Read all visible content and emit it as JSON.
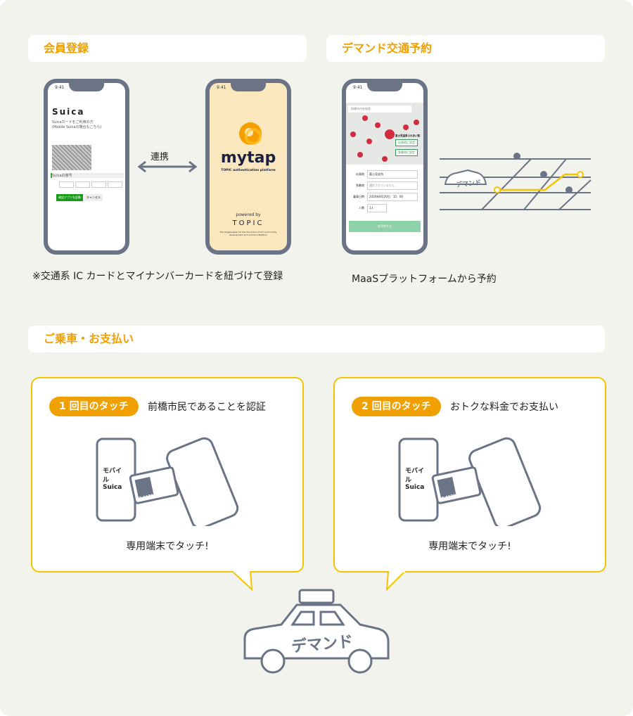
{
  "sections": {
    "registration": "会員登録",
    "demand_booking": "デマンド交通予約",
    "ride_payment": "ご乗車・お支払い"
  },
  "registration": {
    "link_label": "連携",
    "caption": "※交通系 IC カードとマイナンバーカードを紐づけて登録",
    "phone_time": "9:41",
    "suica_screen": {
      "logo": "Suica",
      "title": "Suicaカードをご利用の方\n(Mobile Suicaの場合もこちら)",
      "card_number_label": "Suicaの番号",
      "confirm_button": "確認アプリを起動",
      "cancel_button": "キャンセル"
    },
    "mytap_screen": {
      "brand": "mytap",
      "tagline": "TOPIC authentication platform",
      "powered_by": "powered by",
      "org": "TOPIC",
      "org_desc": "The Organization for the Promotion of ICT Community development and Common Platform"
    }
  },
  "booking": {
    "caption": "MaaSプラットフォームから予約",
    "phone_time": "9:41",
    "search_placeholder": "前橋市内を検索",
    "stop_name": "富士見温泉ふれあい館",
    "set_origin": "出発地に設定",
    "set_destination": "到着地に設定",
    "form": [
      {
        "label": "出発地",
        "value": "富士見支所"
      },
      {
        "label": "到着地",
        "value": "選択されていません"
      },
      {
        "label": "乗車日時",
        "value": "2020年8月20日　15：00"
      },
      {
        "label": "人数",
        "value": "1人"
      }
    ],
    "submit": "仮予約する",
    "taxi_label": "デマンド"
  },
  "ride": {
    "steps": [
      {
        "badge": "1 回目のタッチ",
        "text": "前橋市民であることを認証",
        "touch": "専用端末でタッチ!"
      },
      {
        "badge": "2 回目のタッチ",
        "text": "おトクな料金でお支払い",
        "touch": "専用端末でタッチ!"
      }
    ],
    "phone_logo": "モバイルSuica",
    "card_label": "IC CARD",
    "taxi_label": "デマンド"
  },
  "colors": {
    "accent": "#f0a000",
    "bubble_border": "#f5c400",
    "phone_frame": "#6b7387",
    "background": "#f3f3ed"
  }
}
